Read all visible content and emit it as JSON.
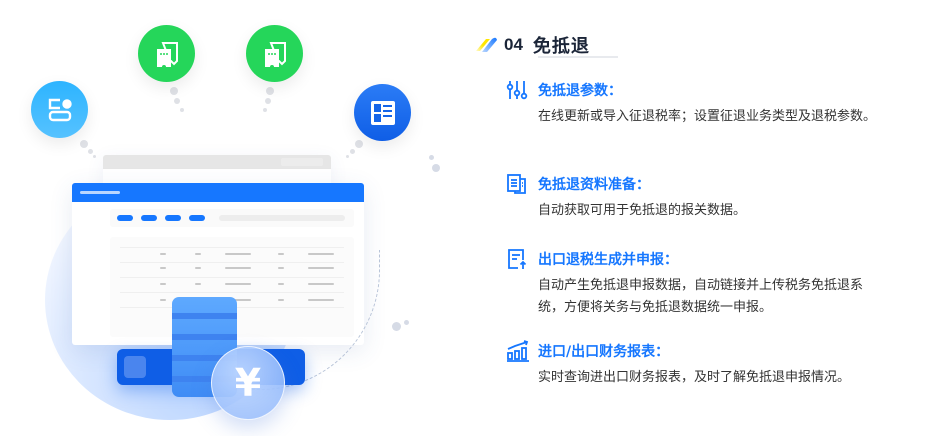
{
  "section": {
    "number": "04",
    "title": "免抵退"
  },
  "features": [
    {
      "icon": "sliders-icon",
      "title": "免抵退参数：",
      "description": "在线更新或导入征退税率；设置征退业务类型及退税参数。"
    },
    {
      "icon": "document-copy-icon",
      "title": "免抵退资料准备：",
      "description": "自动获取可用于免抵退的报关数据。"
    },
    {
      "icon": "document-upload-icon",
      "title": "出口退税生成并申报：",
      "description": "自动产生免抵退申报数据，自动链接并上传税务免抵退系统，方便将关务与免抵退数据统一申报。"
    },
    {
      "icon": "bar-chart-growth-icon",
      "title": "进口/出口财务报表：",
      "description": "实时查询进出口财务报表，及时了解免抵退申报情况。"
    }
  ],
  "illustration": {
    "coin_symbol": "¥",
    "floating_icons": [
      "toggle-settings-icon",
      "ticket-icon",
      "ticket-icon",
      "layout-dashboard-icon"
    ]
  },
  "colors": {
    "accent": "#1677ff",
    "heading": "#1b2538",
    "body_text": "#333333",
    "green": "#25d65a",
    "deep_blue": "#0f5ee6"
  }
}
